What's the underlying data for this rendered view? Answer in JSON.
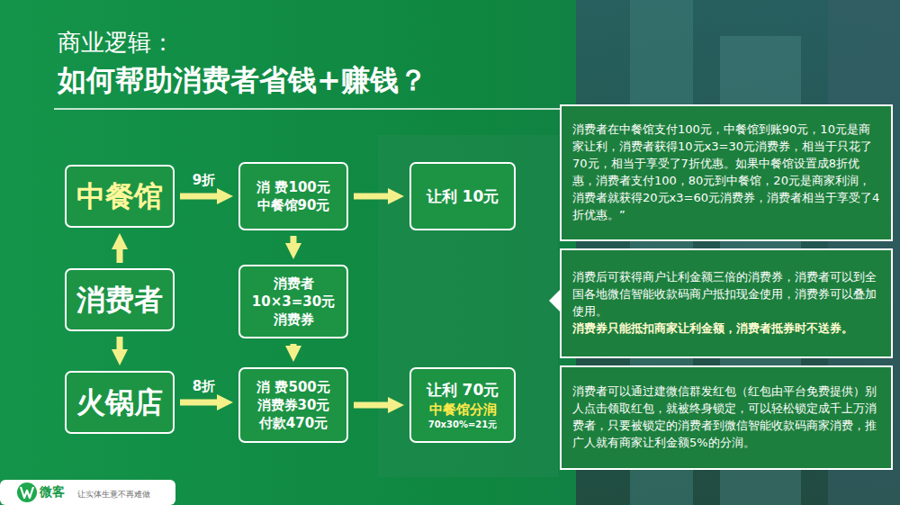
{
  "diagram": {
    "title": "如何帮助消费者省钱+赚钱？",
    "nodes": [
      {
        "text": [
          "中餐馆"
        ]
      },
      {
        "text": [
          "消费者"
        ]
      },
      {
        "text": [
          "火锅店"
        ]
      },
      {
        "text": [
          "消 费100元 中餐馆90元"
        ]
      },
      {
        "text": [
          "消费者 10×3=30元 消费券"
        ]
      },
      {
        "text": [
          "消 费500元 消费券30元 付款470元"
        ]
      },
      {
        "text": [
          "让利 10元"
        ]
      },
      {
        "text": [
          "让利 70元",
          "中餐馆分润",
          "70x30%=21元"
        ]
      },
      {
        "text": [
          "消费者在中餐馆支付100元，中餐馆到账90元，10元是商家让利，消费者获得10元x3=30元消费券，相当于只花了70元，相当于享受了7折优惠。如果中餐馆设置成8折优惠，消费者支付100，80元到中餐馆，20元是商家利润，消费者就获得20元x3=60元消费券，消费者相当于享受了4折优惠。”"
        ]
      },
      {
        "text": [
          "消费后可获得商户让利金额三倍的消费券，消费者可以到全国各地微信智能收款码商户抵扣现金使用，消费券可以叠加使用。",
          "消费券只能抵扣商家让利金额，消费者抵券时不送券。"
        ]
      },
      {
        "text": [
          "消费者可以通过建微信群发红包（红包由平台免费提供）别人点击领取红包，就被终身锁定，可以轻松锁定成千上万消费者，只要被锁定的消费者到微信智能收款码商家消费，推广人就有商家让利金额5%的分润。"
        ]
      }
    ],
    "edges": [
      {
        "from": 0,
        "to": 3,
        "label": "9折",
        "arrow": "to"
      },
      {
        "from": 3,
        "to": 6,
        "arrow": "to"
      },
      {
        "from": 1,
        "to": 0,
        "arrow": "to"
      },
      {
        "from": 1,
        "to": 2,
        "arrow": "to"
      },
      {
        "from": 3,
        "to": 4,
        "arrow": "to"
      },
      {
        "from": 4,
        "to": 5,
        "arrow": "to"
      },
      {
        "from": 2,
        "to": 5,
        "label": "8折",
        "arrow": "to"
      },
      {
        "from": 5,
        "to": 7,
        "arrow": "to"
      }
    ],
    "labels": [
      "商业逻辑：",
      "微客",
      "让实体生意不再难做"
    ]
  }
}
